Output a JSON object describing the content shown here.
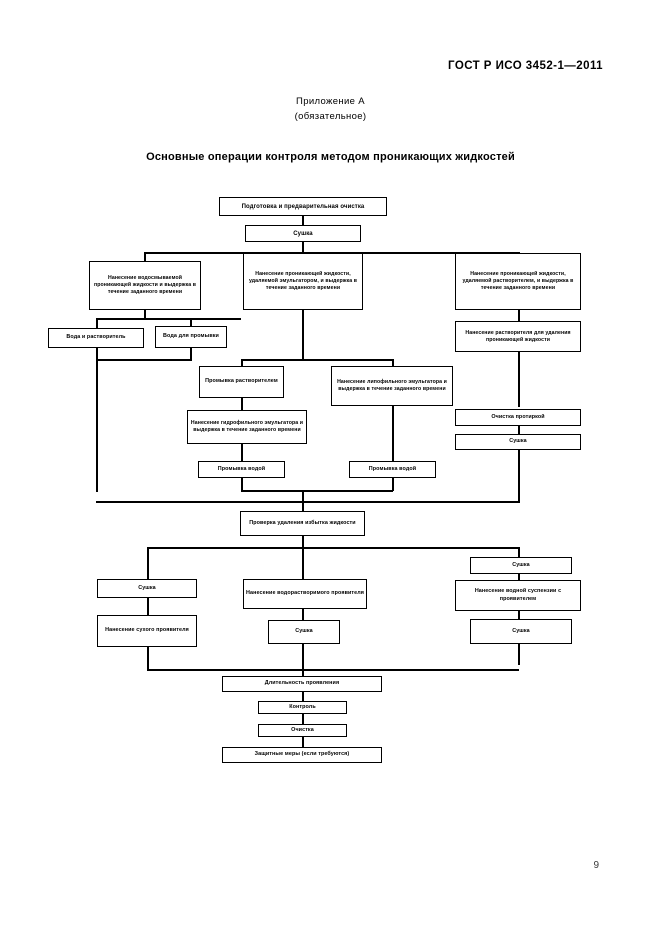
{
  "document": {
    "standard_number": "ГОСТ Р ИСО 3452-1—2011",
    "annex_title": "Приложение А",
    "annex_kind": "(обязательное)",
    "chart_title": "Основные операции контроля методом проникающих жидкостей",
    "page_number": "9"
  },
  "flowchart": {
    "nodes": [
      {
        "id": "prep",
        "label": "Подготовка и предварительная очистка"
      },
      {
        "id": "dry1",
        "label": "Сушка"
      },
      {
        "id": "pen_water",
        "label": "Нанесение водосмываемой проникающей жидкости и выдержка в течение заданного времени"
      },
      {
        "id": "pen_emul",
        "label": "Нанесение проникающей жидкости, удаляемой эмульгатором, и выдержка в течение заданного времени"
      },
      {
        "id": "pen_solv",
        "label": "Нанесение проникающей жидкости, удаляемой растворителем, и выдержка в течение заданного времени"
      },
      {
        "id": "water_solvent",
        "label": "Вода и растворитель"
      },
      {
        "id": "water_wash",
        "label": "Вода для промывки"
      },
      {
        "id": "apply_solvent",
        "label": "Нанесение растворителя для удаления проникающей жидкости"
      },
      {
        "id": "wash_solvent",
        "label": "Промывка растворителем"
      },
      {
        "id": "lipophilic",
        "label": "Нанесение липофильного эмульгатора и выдержка в течение заданного времени"
      },
      {
        "id": "hydrophilic",
        "label": "Нанесение гидрофильного эмульгатора и выдержка в течение заданного времени"
      },
      {
        "id": "wash_water_1",
        "label": "Промывка водой"
      },
      {
        "id": "wash_water_2",
        "label": "Промывка водой"
      },
      {
        "id": "wipe_clean",
        "label": "Очистка протиркой"
      },
      {
        "id": "dry2",
        "label": "Сушка"
      },
      {
        "id": "check_excess",
        "label": "Проверка удаления избытка жидкости"
      },
      {
        "id": "dry3",
        "label": "Сушка"
      },
      {
        "id": "dry4",
        "label": "Сушка"
      },
      {
        "id": "dev_dry",
        "label": "Нанесение сухого проявителя"
      },
      {
        "id": "dev_water_sol",
        "label": "Нанесение водорастворимого проявителя"
      },
      {
        "id": "dry5",
        "label": "Сушка"
      },
      {
        "id": "dev_suspension",
        "label": "Нанесение водной суспензии с проявителем"
      },
      {
        "id": "dry6",
        "label": "Сушка"
      },
      {
        "id": "dev_time",
        "label": "Длительность проявления"
      },
      {
        "id": "inspection",
        "label": "Контроль"
      },
      {
        "id": "cleaning",
        "label": "Очистка"
      },
      {
        "id": "protection",
        "label": "Защитные меры (если требуются)"
      }
    ]
  }
}
